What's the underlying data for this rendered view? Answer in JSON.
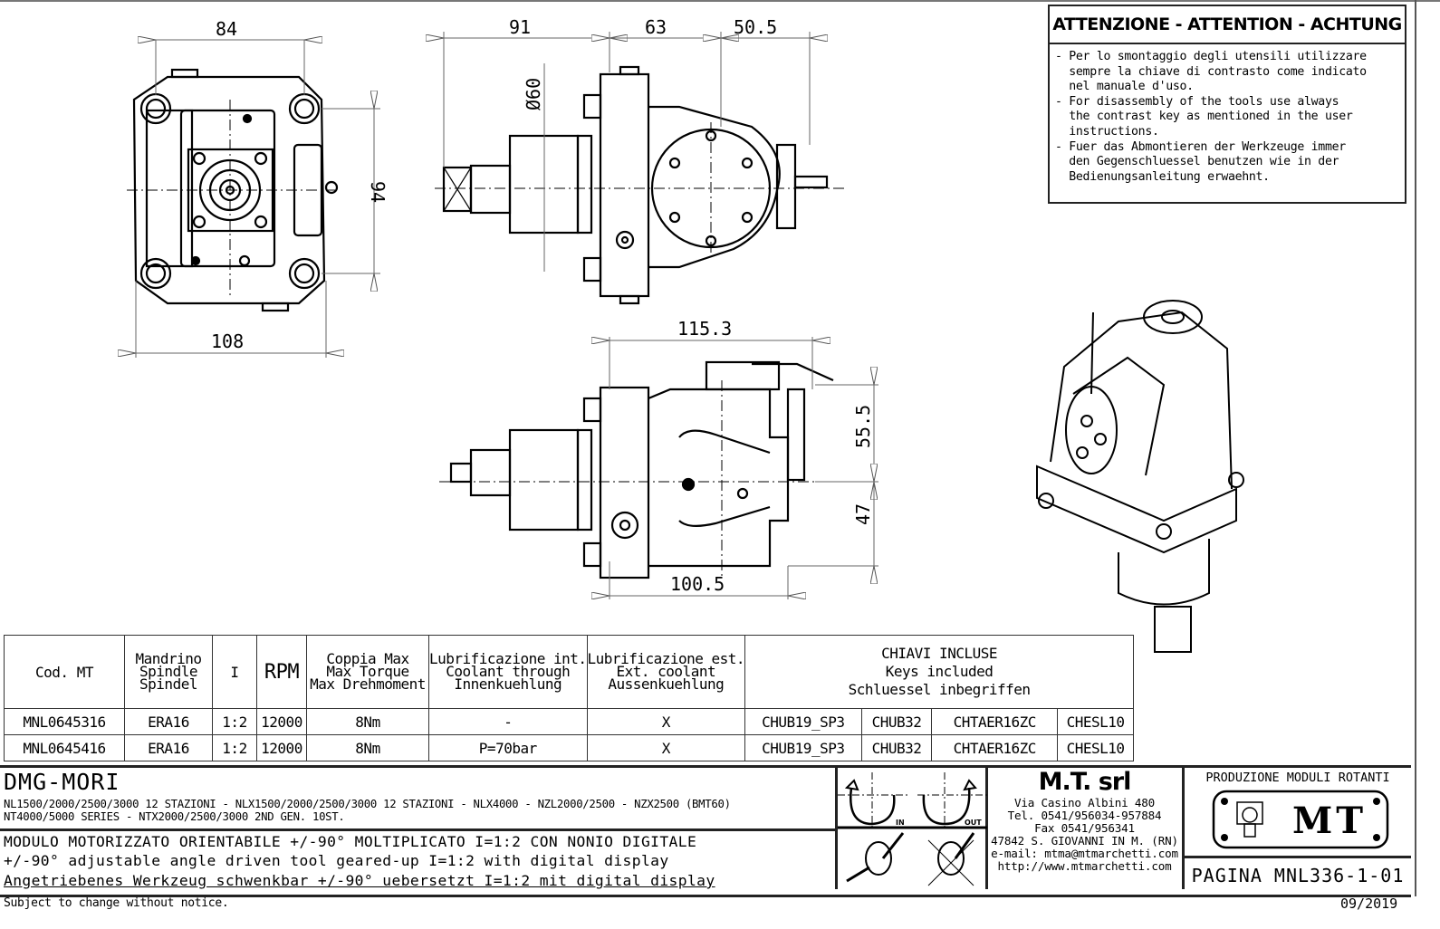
{
  "attention": {
    "title": "ATTENZIONE - ATTENTION - ACHTUNG",
    "body": "- Per lo smontaggio degli utensili utilizzare\n  sempre la chiave di contrasto come indicato\n  nel manuale d'uso.\n- For disassembly of the tools use always\n  the contrast key as mentioned in the user\n  instructions.\n- Fuer das Abmontieren der Werkzeuge immer\n  den Gegenschluessel benutzen wie in der\n  Bedienungsanleitung erwaehnt."
  },
  "dimensions": {
    "front_width_top": "84",
    "front_width_bottom": "108",
    "front_height": "94",
    "side_len_1": "91",
    "side_len_2": "63",
    "side_len_3": "50.5",
    "diameter": "Ø60",
    "lower_len_top": "115.3",
    "lower_len_bottom": "100.5",
    "lower_height_top": "55.5",
    "lower_height_bottom": "47"
  },
  "specs_table": {
    "headers": {
      "code": "Cod. MT",
      "spindle": "Mandrino\nSpindle\nSpindel",
      "ratio": "I",
      "rpm": "RPM",
      "torque": "Coppia Max\nMax Torque\nMax Drehmoment",
      "coolant_int": "Lubrificazione int.\nCoolant through\nInnenkuehlung",
      "coolant_ext": "Lubrificazione est.\nExt. coolant\nAussenkuehlung",
      "keys": "CHIAVI INCLUSE\nKeys included\nSchluessel inbegriffen"
    },
    "rows": [
      {
        "code": "MNL0645316",
        "spindle": "ERA16",
        "ratio": "1:2",
        "rpm": "12000",
        "torque": "8Nm",
        "coolant_int": "-",
        "coolant_ext": "X",
        "key1": "CHUB19_SP3",
        "key2": "CHUB32",
        "key3": "CHTAER16ZC",
        "key4": "CHESL10"
      },
      {
        "code": "MNL0645416",
        "spindle": "ERA16",
        "ratio": "1:2",
        "rpm": "12000",
        "torque": "8Nm",
        "coolant_int": "P=70bar",
        "coolant_ext": "X",
        "key1": "CHUB19_SP3",
        "key2": "CHUB32",
        "key3": "CHTAER16ZC",
        "key4": "CHESL10"
      }
    ]
  },
  "title_block": {
    "client": "DMG-MORI",
    "machines": "NL1500/2000/2500/3000 12 STAZIONI - NLX1500/2000/2500/3000 12 STAZIONI - NLX4000 - NZL2000/2500 - NZX2500 (BMT60)\nNT4000/5000 SERIES - NTX2000/2500/3000 2ND GEN. 10ST.",
    "desc_it": "MODULO MOTORIZZATO ORIENTABILE +/-90° MOLTIPLICATO I=1:2 CON NONIO DIGITALE",
    "desc_en": "+/-90° adjustable angle driven tool geared-up I=1:2 with digital display",
    "desc_de": "Angetriebenes Werkzeug schwenkbar +/-90° uebersetzt I=1:2 mit digital display",
    "rotation_in": "IN",
    "rotation_out": "OUT",
    "company_name": "M.T. srl",
    "company_address": "Via Casino Albini 480\nTel. 0541/956034-957884\nFax 0541/956341\n47842 S. GIOVANNI IN M. (RN)\ne-mail: mtma@mtmarchetti.com\nhttp://www.mtmarchetti.com",
    "production_title": "PRODUZIONE MODULI ROTANTI",
    "logo_text": "MT",
    "page_label": "PAGINA MNL336-1-01"
  },
  "footer": {
    "notice": "Subject to change without notice.",
    "date": "09/2019"
  }
}
